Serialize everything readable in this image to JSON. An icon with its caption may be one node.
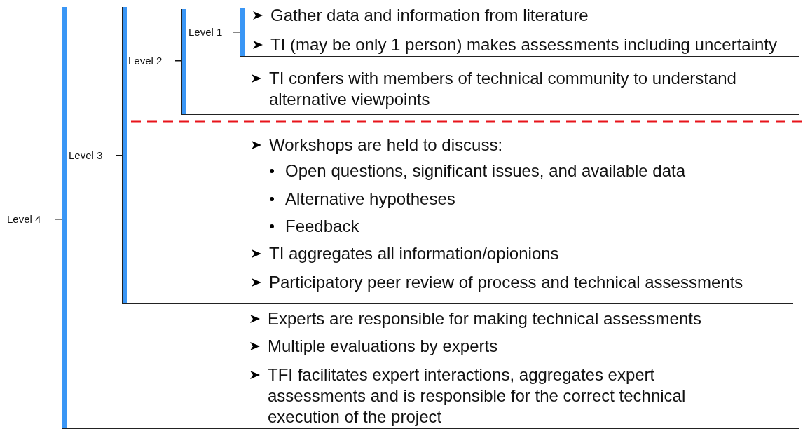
{
  "diagram": {
    "nodes": [
      {
        "text": [
          "Level 4",
          "Experts are responsible for making technical assessments",
          "Multiple evaluations by experts",
          "TFI facilitates expert interactions, aggregates expert assessments and is responsible for the correct technical execution of the project"
        ]
      },
      {
        "text": [
          "Level 3",
          "Workshops are held to discuss:",
          "Open questions, significant issues, and available data",
          "Alternative hypotheses",
          "Feedback",
          "TI aggregates all information/opionions",
          "Participatory peer review of process and technical assessments"
        ],
        "in": 0
      },
      {
        "text": [
          "Level 2",
          "TI confers with members of technical community to understand alternative viewpoints"
        ],
        "in": 1
      },
      {
        "text": [
          "Level 1",
          "Gather data and information from literature",
          "TI (may be only 1 person) makes assessments including uncertainty"
        ],
        "in": 2
      }
    ]
  }
}
